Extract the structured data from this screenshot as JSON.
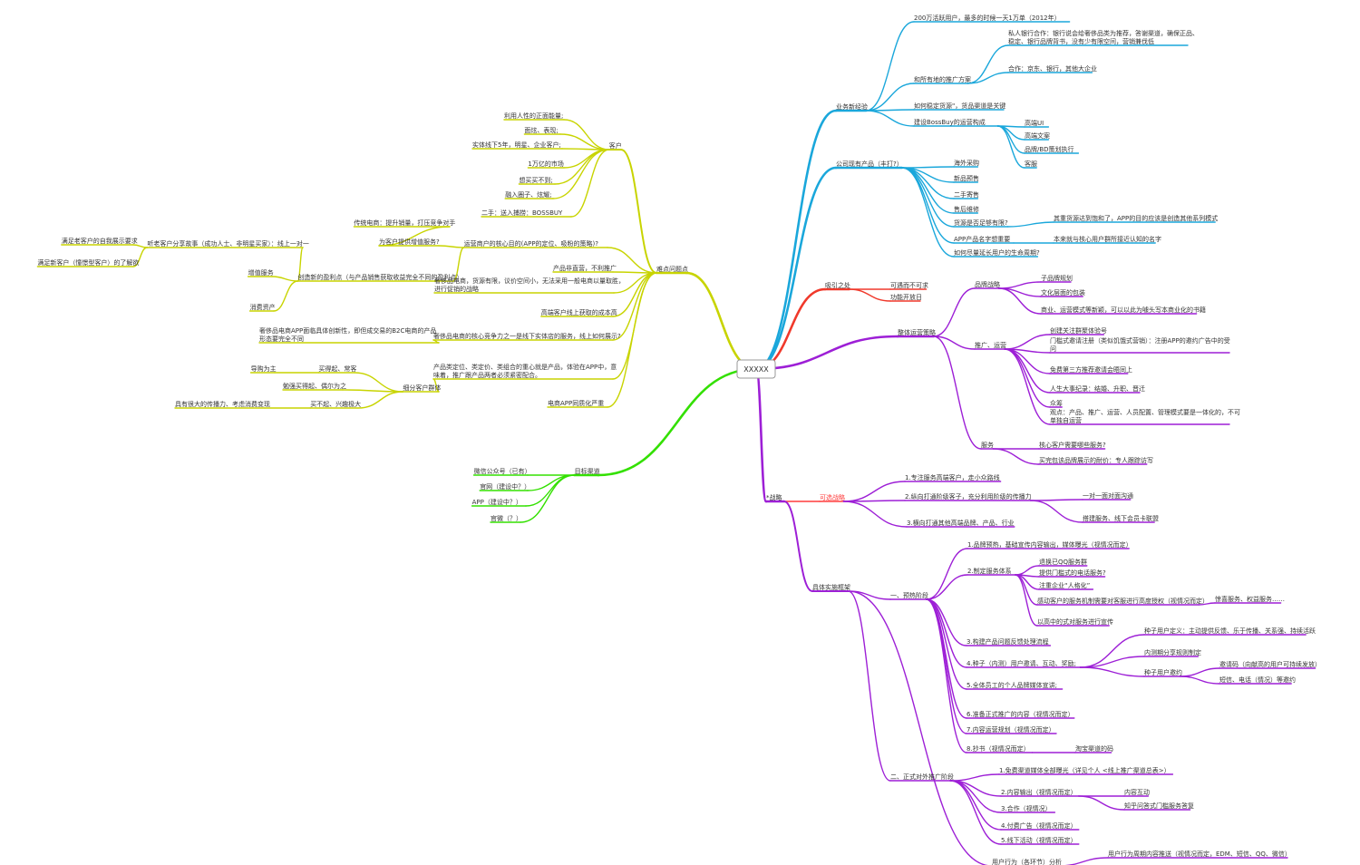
{
  "root": {
    "label": "XXXXX"
  },
  "colors": {
    "yellow": "#c8d400",
    "green": "#33e000",
    "cyan": "#1aa7db",
    "red": "#f0392b",
    "purple": "#9d1fd6",
    "accent_red": "#ff3b3b",
    "accent_orange": "#ff6a00"
  },
  "nodes": [
    {
      "id": "n0",
      "label": "XXXXX",
      "color": "#9a9a9a"
    },
    {
      "id": "y0",
      "label": "客户",
      "color": "#c8d400"
    },
    {
      "id": "y1",
      "label": "利用人性的正面能量;",
      "color": "#c8d400"
    },
    {
      "id": "y2",
      "label": "面炫、表现;",
      "color": "#c8d400"
    },
    {
      "id": "y3",
      "label": "实体线下5年，明星、企业客户;",
      "color": "#c8d400"
    },
    {
      "id": "y4",
      "label": "1万亿的市场",
      "color": "#c8d400"
    },
    {
      "id": "y5",
      "label": "想买买不到;",
      "color": "#c8d400"
    },
    {
      "id": "y6",
      "label": "融入圈子、炫耀;",
      "color": "#c8d400"
    },
    {
      "id": "y7",
      "label": "二手：送入捕捞：BOSSBUY",
      "color": "#c8d400"
    },
    {
      "id": "y8",
      "label": "难点问题点",
      "color": "#c8d400"
    },
    {
      "id": "y9",
      "label": "运营商户的核心目的(APP的定位、吸粉的策略)?",
      "color": "#c8d400"
    },
    {
      "id": "y10",
      "label": "为客户提供增值服务?",
      "color": "#c8d400"
    },
    {
      "id": "y11",
      "label": "传统电商：提升销量，打压竞争对手",
      "color": "#c8d400"
    },
    {
      "id": "y12",
      "label": "创造新的盈利点（与产品销售获取收益完全不同的盈利点）",
      "color": "#c8d400"
    },
    {
      "id": "y13",
      "label": "听老客户分享故事（成功人士、非明星买家）：线上一对一",
      "color": "#c8d400"
    },
    {
      "id": "y14",
      "label": "满足老客户的自我展示要求",
      "color": "#c8d400"
    },
    {
      "id": "y15",
      "label": "满足新客户（憧憬型客户）的了解欲",
      "color": "#c8d400"
    },
    {
      "id": "y16",
      "label": "增值服务",
      "color": "#c8d400"
    },
    {
      "id": "y17",
      "label": "消费资产",
      "color": "#c8d400"
    },
    {
      "id": "y18",
      "label": "产品非直营，不利推广",
      "color": "#c8d400"
    },
    {
      "id": "y19",
      "label": "奢侈品电商，货源有限，议价空间小，无法采用一般电商以量取胜，进行促销的战略",
      "color": "#c8d400"
    },
    {
      "id": "y20",
      "label": "高端客户线上获取的成本高",
      "color": "#c8d400"
    },
    {
      "id": "y21",
      "label": "奢侈品电商的核心竞争力之一是线下实体店的服务，线上如何展示?",
      "color": "#c8d400"
    },
    {
      "id": "y22",
      "label": "奢侈品电商APP面临具体创新性，即但成交易的B2C电商的产品形态要完全不同",
      "color": "#c8d400"
    },
    {
      "id": "y23",
      "label": "产品类定位、类定价、类组合的重心就是产品，体验在APP中，意味着，推广跟产品两者必须紧密配合。",
      "color": "#c8d400"
    },
    {
      "id": "y24",
      "label": "细分客户群体",
      "color": "#c8d400"
    },
    {
      "id": "y25",
      "label": "买得起、常客",
      "color": "#c8d400"
    },
    {
      "id": "y26",
      "label": "导购为主",
      "color": "#c8d400"
    },
    {
      "id": "y27",
      "label": "勉强买得起、偶尔为之",
      "color": "#c8d400"
    },
    {
      "id": "y28",
      "label": "买不起、兴趣极大",
      "color": "#c8d400"
    },
    {
      "id": "y29",
      "label": "具有很大的传播力、考虑消费变现",
      "color": "#c8d400"
    },
    {
      "id": "y30",
      "label": "电商APP同质化严重",
      "color": "#c8d400"
    },
    {
      "id": "g0",
      "label": "目标渠道",
      "color": "#33e000"
    },
    {
      "id": "g1",
      "label": "微信公众号（已有）",
      "color": "#33e000"
    },
    {
      "id": "g2",
      "label": "官网（建设中？）",
      "color": "#33e000"
    },
    {
      "id": "g3",
      "label": "APP（建设中？）",
      "color": "#33e000"
    },
    {
      "id": "g4",
      "label": "官微（？）",
      "color": "#33e000"
    },
    {
      "id": "c0",
      "label": "业务新经验",
      "color": "#1aa7db"
    },
    {
      "id": "c1",
      "label": "200万活跃用户，最多的时候一天1万单（2012年）",
      "color": "#1aa7db"
    },
    {
      "id": "c2",
      "label": "和所有地的推广方案",
      "color": "#1aa7db"
    },
    {
      "id": "c3",
      "label": "私人银行合作：银行说会给奢侈品类为推荐，答谢渠道，确保正品、稳定、银行品牌背书，没有少有限空间，营销兼伐低",
      "color": "#1aa7db"
    },
    {
      "id": "c4",
      "label": "合作：京东、银行，其他大企业",
      "color": "#1aa7db"
    },
    {
      "id": "c5",
      "label": "如何稳定货源\"，货品渠道是关键",
      "color": "#1aa7db"
    },
    {
      "id": "c6",
      "label": "建设BossBuy的运营构成",
      "color": "#1aa7db"
    },
    {
      "id": "c7",
      "label": "高端UI",
      "color": "#1aa7db"
    },
    {
      "id": "c8",
      "label": "高端文案",
      "color": "#1aa7db"
    },
    {
      "id": "c9",
      "label": "品牌/BD策划执行",
      "color": "#1aa7db"
    },
    {
      "id": "c10",
      "label": "客服",
      "color": "#1aa7db"
    },
    {
      "id": "c11",
      "label": "公司现有产品（丰打?）",
      "color": "#1aa7db"
    },
    {
      "id": "c12",
      "label": "海外采购",
      "color": "#1aa7db"
    },
    {
      "id": "c13",
      "label": "新品预售",
      "color": "#1aa7db"
    },
    {
      "id": "c14",
      "label": "二手寄售",
      "color": "#1aa7db"
    },
    {
      "id": "c15",
      "label": "售后维修",
      "color": "#1aa7db"
    },
    {
      "id": "c16",
      "label": "货源是否足够有限?",
      "color": "#1aa7db"
    },
    {
      "id": "c17",
      "label": "其重货源达到饱和了，APP的目的应该是创造其他系列模式",
      "color": "#1aa7db"
    },
    {
      "id": "c18",
      "label": "APP产品名字想重要",
      "color": "#1aa7db"
    },
    {
      "id": "c19",
      "label": "本来就与核心用户群所接近认知的名字",
      "color": "#1aa7db"
    },
    {
      "id": "c20",
      "label": "如何尽量延长用户的生命周期?",
      "color": "#1aa7db"
    },
    {
      "id": "r0",
      "label": "吸引之处",
      "color": "#f0392b"
    },
    {
      "id": "r1",
      "label": "可遇而不可求",
      "color": "#f0392b"
    },
    {
      "id": "r2",
      "label": "功能开放日",
      "color": "#f0392b"
    },
    {
      "id": "p0",
      "label": "整体运营策略",
      "color": "#9d1fd6"
    },
    {
      "id": "p1",
      "label": "品牌战略",
      "color": "#9d1fd6"
    },
    {
      "id": "p2",
      "label": "子品牌规划",
      "color": "#9d1fd6"
    },
    {
      "id": "p3",
      "label": "文化层面的包装",
      "color": "#9d1fd6"
    },
    {
      "id": "p4",
      "label": "商业、运营模式等新颖，可以以此为噱头写本商业化的书籍",
      "color": "#9d1fd6"
    },
    {
      "id": "p5",
      "label": "推广、运营",
      "color": "#9d1fd6"
    },
    {
      "id": "p6",
      "label": "创建关注群聚体验号",
      "color": "#9d1fd6"
    },
    {
      "id": "p7",
      "label": "门槛式邀请注册（类似饥饿式营销）：注册APP的邀约广告中的受问",
      "color": "#9d1fd6"
    },
    {
      "id": "p8",
      "label": "免费第三方推荐邀请会晤同上",
      "color": "#9d1fd6"
    },
    {
      "id": "p9",
      "label": "人生大事纪录：结婚、升职、晋迁",
      "color": "#9d1fd6"
    },
    {
      "id": "p10",
      "label": "众筹",
      "color": "#9d1fd6"
    },
    {
      "id": "p11",
      "label": "观点：产品、推广、运营、人员配置、管理模式要是一体化的，不可单独自运营",
      "color": "#9d1fd6"
    },
    {
      "id": "p12",
      "label": "服务",
      "color": "#9d1fd6"
    },
    {
      "id": "p13",
      "label": "核心客户需要哪些服务?",
      "color": "#9d1fd6"
    },
    {
      "id": "p14",
      "label": "买完包该品牌展示的耐价：专人跟踪访写",
      "color": "#9d1fd6"
    },
    {
      "id": "p15",
      "label": "*战略",
      "color": "#9d1fd6"
    },
    {
      "id": "p16",
      "label": "可选战略",
      "color": "#ff3b3b"
    },
    {
      "id": "p17",
      "label": "1.专注服务高端客户，走小众路线",
      "color": "#9d1fd6"
    },
    {
      "id": "p18",
      "label": "2.纵向打通阶级客子，充分利用阶级的传播力",
      "color": "#9d1fd6"
    },
    {
      "id": "p19",
      "label": "一对一面对面沟通",
      "color": "#9d1fd6"
    },
    {
      "id": "p20",
      "label": "搭建服务、线下会员卡联盟",
      "color": "#9d1fd6"
    },
    {
      "id": "p21",
      "label": "3.横向打通其他高端品牌、产品、行业",
      "color": "#9d1fd6"
    },
    {
      "id": "p22",
      "label": "具体实施框架",
      "color": "#9d1fd6"
    },
    {
      "id": "p23",
      "label": "一、预热阶段",
      "color": "#9d1fd6"
    },
    {
      "id": "p24",
      "label": "1.品牌预热，基础宣传内容输出，媒体曝光（视情况而定）",
      "color": "#9d1fd6"
    },
    {
      "id": "p25",
      "label": "2.制定服务体系",
      "color": "#9d1fd6"
    },
    {
      "id": "p26",
      "label": "退换已QQ服务群",
      "color": "#9d1fd6"
    },
    {
      "id": "p27",
      "label": "提供门槛式的电话服务?",
      "color": "#9d1fd6"
    },
    {
      "id": "p28",
      "label": "注重企业“人格化”",
      "color": "#9d1fd6"
    },
    {
      "id": "p29",
      "label": "感动客户的服务机制需要对客服进行高度授权（视情况而定）",
      "color": "#9d1fd6"
    },
    {
      "id": "p30",
      "label": "惊喜服务、权益服务……",
      "color": "#9d1fd6"
    },
    {
      "id": "p31",
      "label": "以高中的式对服务进行宣传",
      "color": "#9d1fd6"
    },
    {
      "id": "p32",
      "label": "3.构建产品问题反馈处理流程",
      "color": "#9d1fd6"
    },
    {
      "id": "p33",
      "label": "4.种子（内测）用户邀请、互动、奖励;",
      "color": "#9d1fd6"
    },
    {
      "id": "p34",
      "label": "种子用户定义：主动提供反馈、乐于传播、关系强、持续活跃",
      "color": "#9d1fd6"
    },
    {
      "id": "p35",
      "label": "内测期分享规则制定",
      "color": "#9d1fd6"
    },
    {
      "id": "p36",
      "label": "种子用户邀约",
      "color": "#9d1fd6"
    },
    {
      "id": "p37",
      "label": "邀请码（向献高的用户可持续发放）",
      "color": "#9d1fd6"
    },
    {
      "id": "p38",
      "label": "短信、电话（情况）等邀约",
      "color": "#9d1fd6"
    },
    {
      "id": "p39",
      "label": "5.全体员工的个人品牌媒体宣讲;",
      "color": "#9d1fd6"
    },
    {
      "id": "p40",
      "label": "6.准备正式推广的内容（视情况而定）",
      "color": "#9d1fd6"
    },
    {
      "id": "p41",
      "label": "7.内容运营规划（视情况而定）",
      "color": "#9d1fd6"
    },
    {
      "id": "p42",
      "label": "8.抄书（视情况而定）",
      "color": "#9d1fd6"
    },
    {
      "id": "p43",
      "label": "淘宝渠道的码",
      "color": "#9d1fd6"
    },
    {
      "id": "p44",
      "label": "二、正式对外推广阶段",
      "color": "#9d1fd6"
    },
    {
      "id": "p45",
      "label": "1.免费渠道媒体全部曝光（详见个人 <线上推广渠道总表>）",
      "color": "#9d1fd6"
    },
    {
      "id": "p46",
      "label": "2.内容输出（视情况而定）",
      "color": "#9d1fd6"
    },
    {
      "id": "p47",
      "label": "内容互动",
      "color": "#9d1fd6"
    },
    {
      "id": "p48",
      "label": "知乎问答式门槛服务答复",
      "color": "#9d1fd6"
    },
    {
      "id": "p49",
      "label": "3.合作（视情况）",
      "color": "#9d1fd6"
    },
    {
      "id": "p50",
      "label": "4.付费广告（视情况而定）",
      "color": "#9d1fd6"
    },
    {
      "id": "p51",
      "label": "5.线下活动（视情况而定）",
      "color": "#9d1fd6"
    },
    {
      "id": "p52",
      "label": "用户行为周期内容推送（视情况而定，EDM、短信、QQ、微信）",
      "color": "#9d1fd6"
    },
    {
      "id": "p53",
      "label": "用户行为（各环节）分析",
      "color": "#9d1fd6"
    }
  ]
}
